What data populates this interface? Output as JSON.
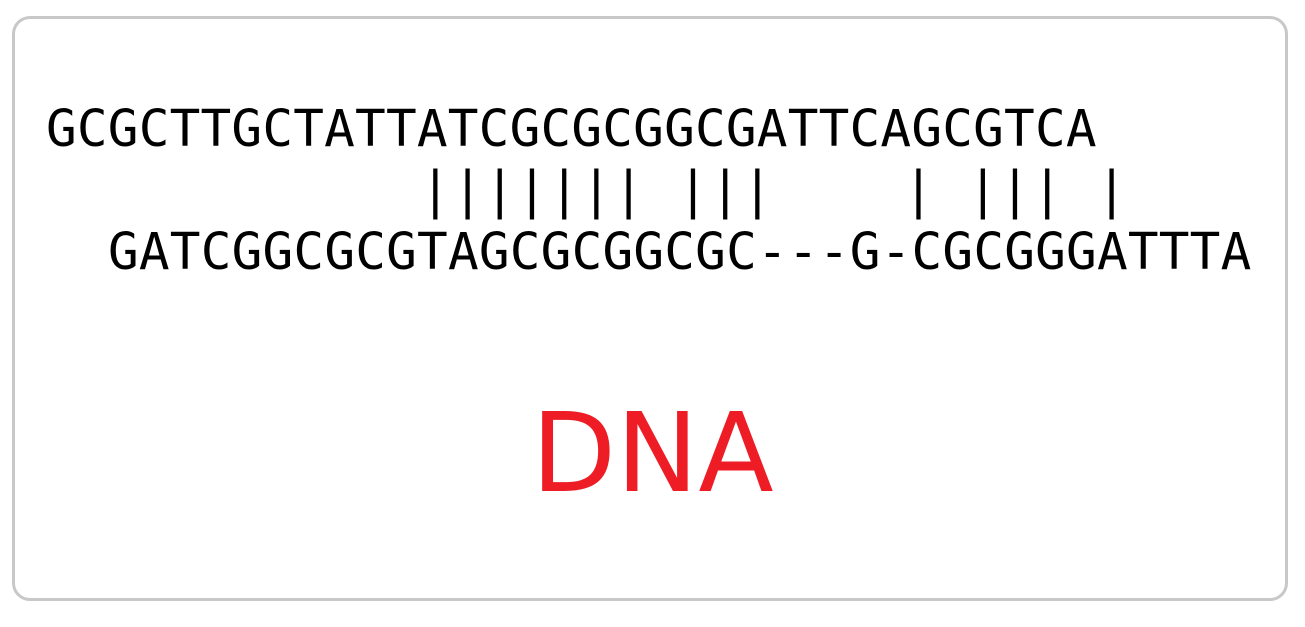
{
  "alignment": {
    "sequence_top": "GCGCTTGCTATTATCGCGCGGCGATTCAGCGTCA",
    "match_markers": "||||||| |||    | ||| |",
    "sequence_bottom": "GATCGGCGCGTAGCGCGGCGC---G-CGCGGGATTTA"
  },
  "label": {
    "text": "DNA",
    "color": "#ee1c25"
  },
  "colors": {
    "border": "#c8c8c8",
    "text": "#000000",
    "background": "#ffffff"
  }
}
